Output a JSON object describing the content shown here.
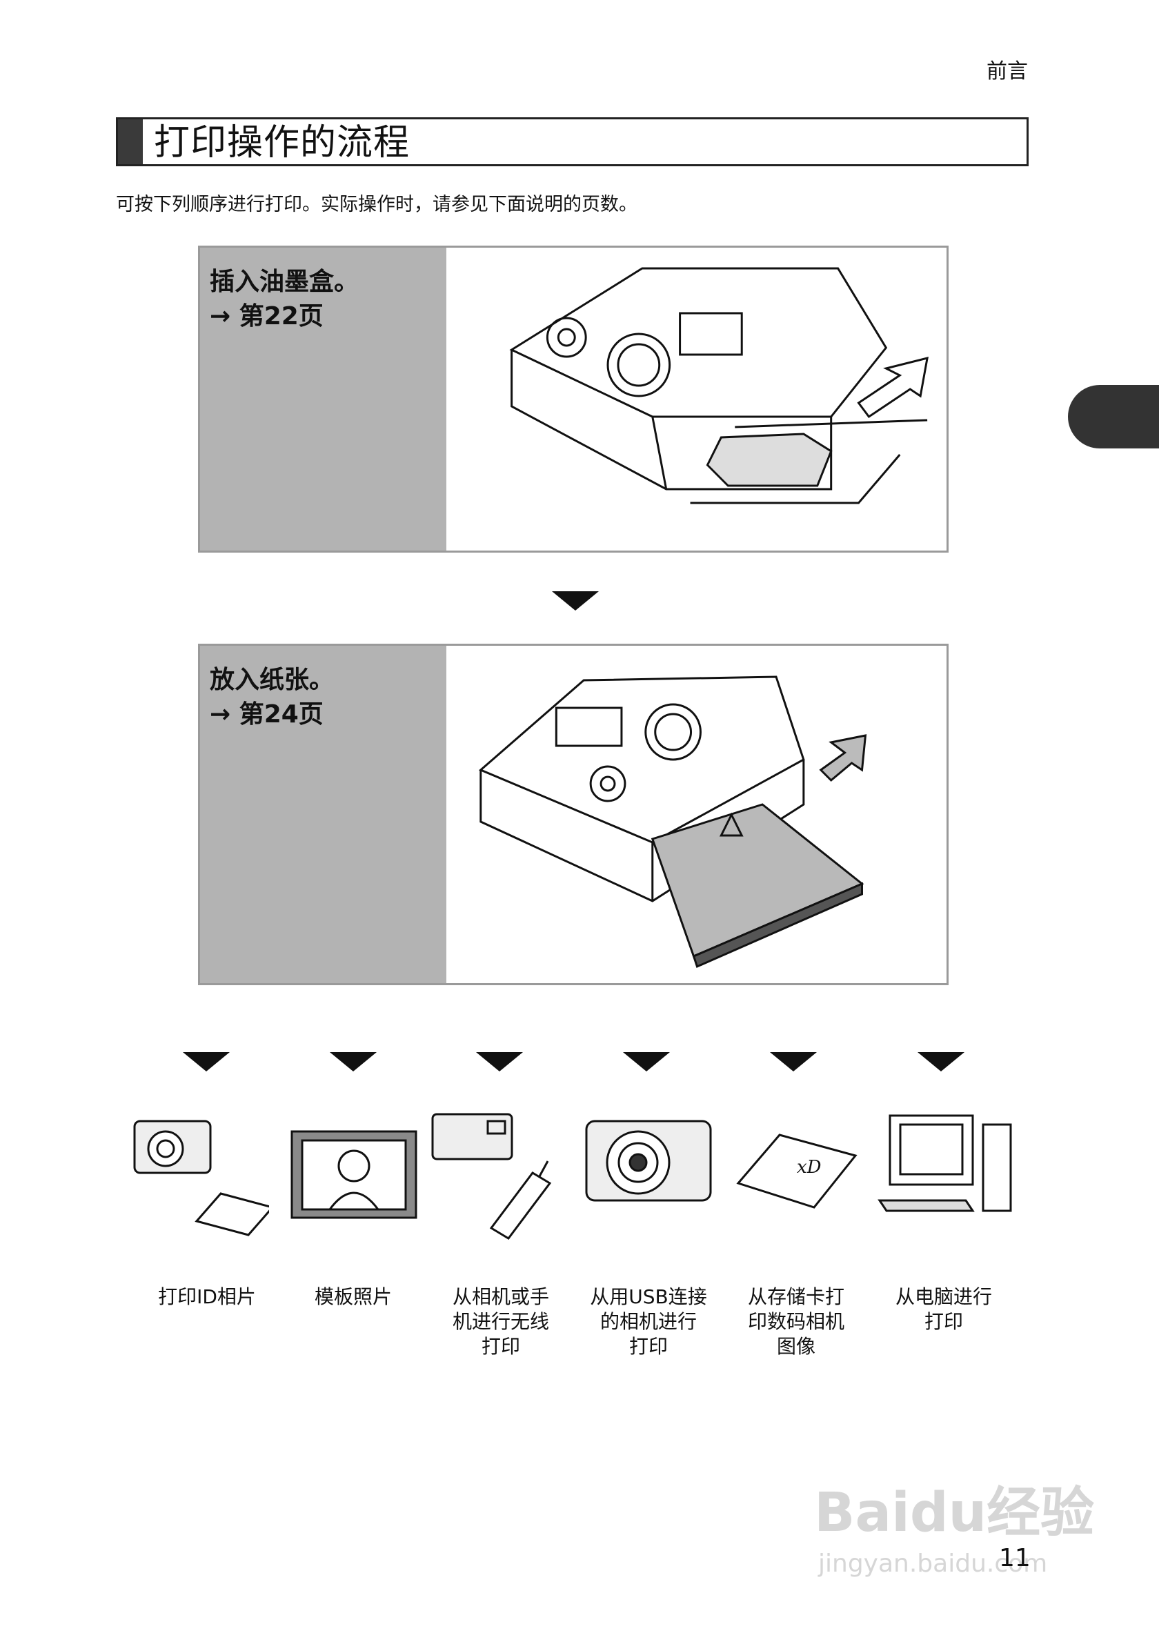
{
  "header": {
    "chapter": "前言"
  },
  "title": "打印操作的流程",
  "intro": "可按下列顺序进行打印。实际操作时，请参见下面说明的页数。",
  "steps": [
    {
      "instruction": "插入油墨盒。",
      "page_ref": "→ 第22页"
    },
    {
      "instruction": "放入纸张。",
      "page_ref": "→ 第24页"
    }
  ],
  "options": [
    {
      "label_lines": [
        "打印ID相片"
      ],
      "icon": "camera-and-xd-card-icon"
    },
    {
      "label_lines": [
        "模板照片"
      ],
      "icon": "template-photo-icon"
    },
    {
      "label_lines": [
        "从相机或手",
        "机进行无线",
        "打印"
      ],
      "icon": "camera-and-phone-icon"
    },
    {
      "label_lines": [
        "从用USB连接",
        "的相机进行",
        "打印"
      ],
      "icon": "usb-camera-icon"
    },
    {
      "label_lines": [
        "从存储卡打",
        "印数码相机",
        "图像"
      ],
      "icon": "xd-memory-card-icon"
    },
    {
      "label_lines": [
        "从电脑进行",
        "打印"
      ],
      "icon": "computer-icon"
    }
  ],
  "page_number": "11",
  "watermark": {
    "main": "Baidu经验",
    "sub": "jingyan.baidu.com"
  }
}
